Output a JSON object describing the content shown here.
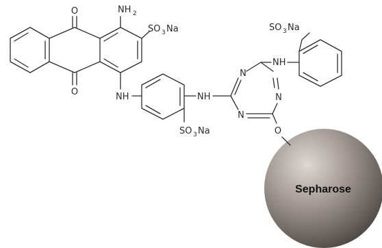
{
  "diagram": {
    "bead_label": "Sepharose",
    "labels": {
      "o_top": "O",
      "o_bottom": "O",
      "nh2_main": "NH",
      "nh2_sub": "2",
      "so3na_1_pre": "SO",
      "so3na_1_sub": "3",
      "so3na_1_post": "Na",
      "nh_anthraquinone": "NH",
      "nh_middle": "NH",
      "so3na_2_pre": "SO",
      "so3na_2_sub": "3",
      "so3na_2_post": "Na",
      "n_top": "N",
      "n_right": "N",
      "n_bottom": "N",
      "nh_triazine": "NH",
      "so3na_3_pre": "SO",
      "so3na_3_sub": "3",
      "so3na_3_post": "Na",
      "o_linker": "O"
    },
    "colors": {
      "bond": "#2b2b2b",
      "bead_light": "#d8d2ce",
      "bead_mid": "#9b928c",
      "bead_dark": "#4a4440"
    }
  }
}
